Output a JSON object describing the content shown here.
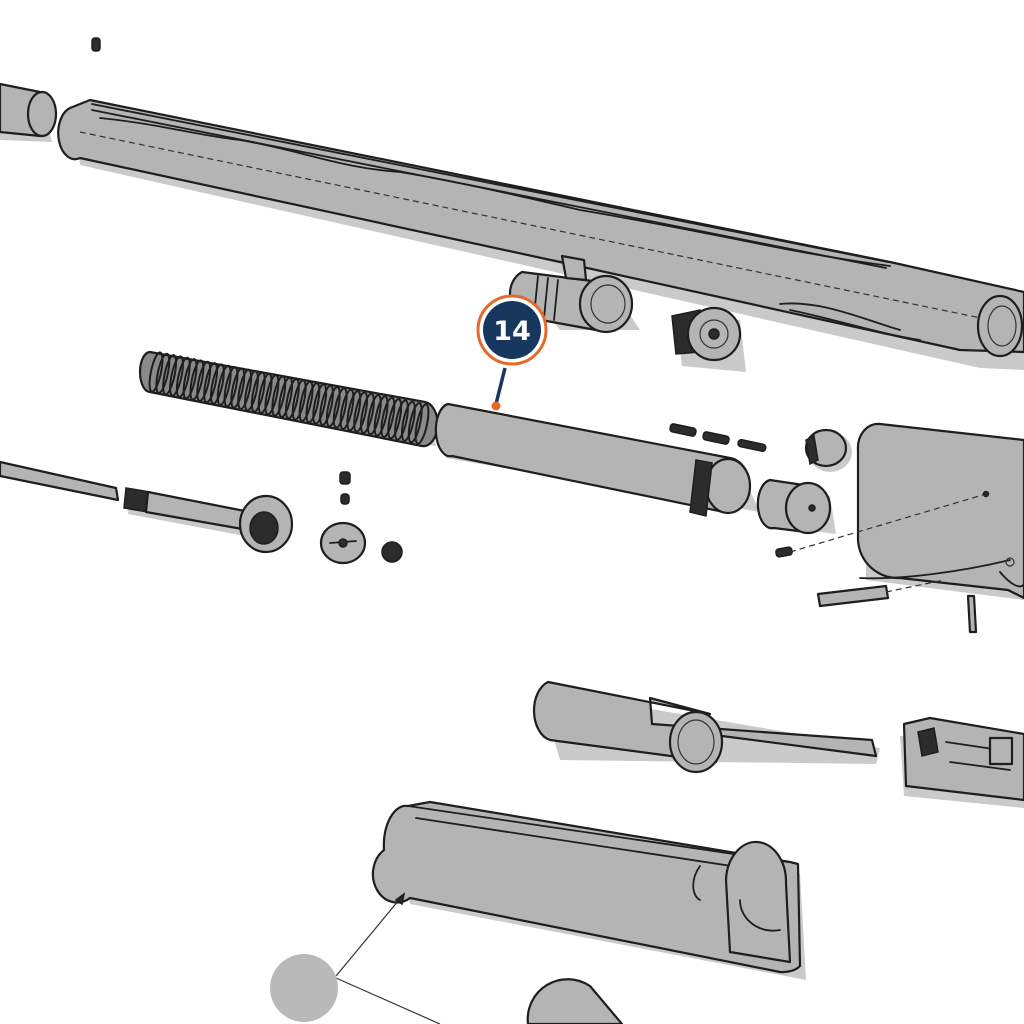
{
  "callout": {
    "number": "14",
    "fill_color": "#17375e",
    "ring_color": "#e26b2c"
  },
  "parts": [
    "barrel",
    "barrel-ring",
    "recoil-spring",
    "magazine-tube",
    "magazine-cap",
    "cleaning-rod",
    "piston-rod",
    "stock",
    "fore-end",
    "trigger-group",
    "breech-bolt",
    "small-pins"
  ]
}
